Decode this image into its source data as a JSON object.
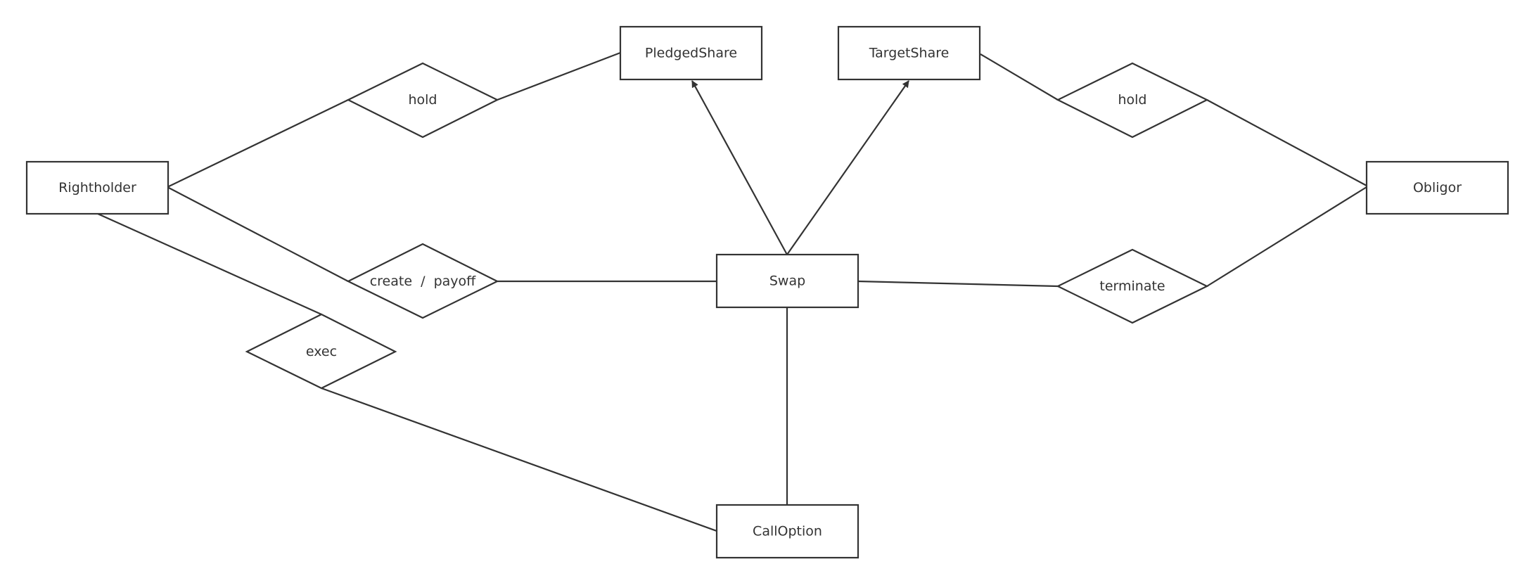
{
  "diagram": {
    "type": "er-diagram",
    "colors": {
      "stroke": "#333333",
      "text": "#333333",
      "background": "#ffffff"
    },
    "entities": {
      "rightholder": "Rightholder",
      "pledged_share": "PledgedShare",
      "target_share": "TargetShare",
      "obligor": "Obligor",
      "swap": "Swap",
      "call_option": "CallOption"
    },
    "relationships": {
      "hold_left": "hold",
      "hold_right": "hold",
      "create_payoff": "create  /  payoff",
      "terminate": "terminate",
      "exec": "exec"
    },
    "connections": [
      {
        "from": "Rightholder",
        "via": "hold",
        "to": "PledgedShare"
      },
      {
        "from": "Obligor",
        "via": "hold",
        "to": "TargetShare"
      },
      {
        "from": "Rightholder",
        "via": "create  /  payoff",
        "to": "Swap"
      },
      {
        "from": "Swap",
        "via": "terminate",
        "to": "Obligor"
      },
      {
        "from": "Rightholder",
        "via": "exec",
        "to": "CallOption"
      },
      {
        "from": "Swap",
        "to": "CallOption"
      },
      {
        "from": "Swap",
        "to": "PledgedShare",
        "arrow": true
      },
      {
        "from": "Swap",
        "to": "TargetShare",
        "arrow": true
      }
    ]
  }
}
